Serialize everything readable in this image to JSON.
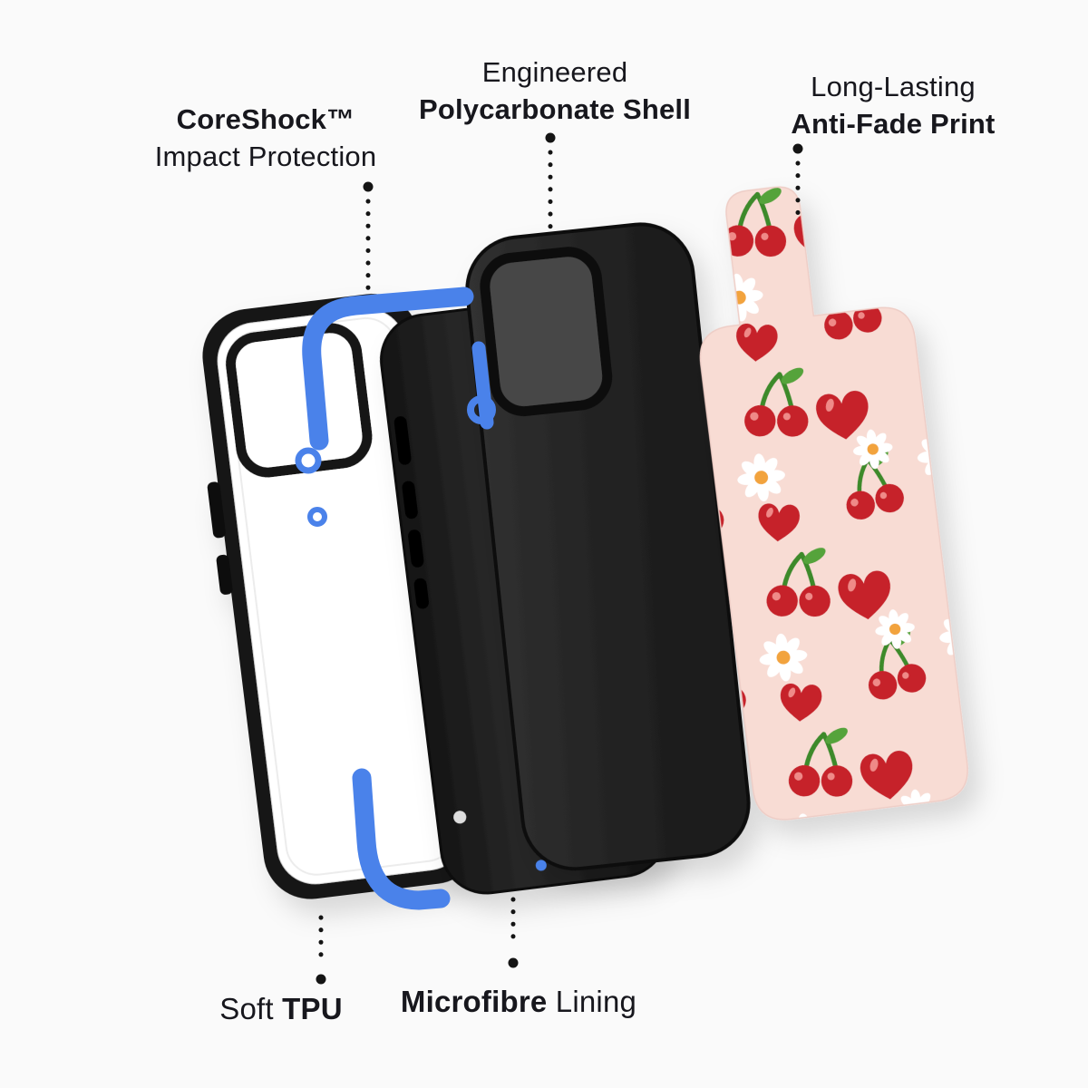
{
  "title": "Phone case exploded-view feature diagram",
  "background": "#fafafa",
  "labels": {
    "coreshock": {
      "line1": "CoreShock™",
      "line2": "Impact Protection"
    },
    "shell": {
      "line1": "Engineered",
      "line2": "Polycarbonate Shell"
    },
    "print": {
      "line1": "Long-Lasting",
      "line2": "Anti-Fade Print"
    },
    "tpu": {
      "regular": "Soft ",
      "bold": "TPU"
    },
    "lining": {
      "bold": "Microfibre ",
      "regular": "Lining"
    }
  },
  "parts": [
    {
      "name": "tpu-bumper-case",
      "accent": "#4a82ea",
      "frame": "#161616"
    },
    {
      "name": "coreshock-insert",
      "color": "#4a82ea"
    },
    {
      "name": "microfibre-lining-layer",
      "color": "#1f1f1f"
    },
    {
      "name": "polycarbonate-shell",
      "color": "#222222"
    },
    {
      "name": "printed-back-film",
      "pattern": "cherries-hearts-daisies",
      "base": "#f8dcd4"
    }
  ],
  "palette": {
    "accent_blue": "#4a82ea",
    "case_black": "#161616",
    "shell_black": "#222222",
    "print_pink": "#f8dcd4",
    "cherry_red": "#c6202b",
    "leaf_green": "#3e8a2c",
    "daisy_white": "#ffffff",
    "daisy_center": "#f2a33c",
    "leader_dot": "#141414",
    "text": "#17171d"
  }
}
